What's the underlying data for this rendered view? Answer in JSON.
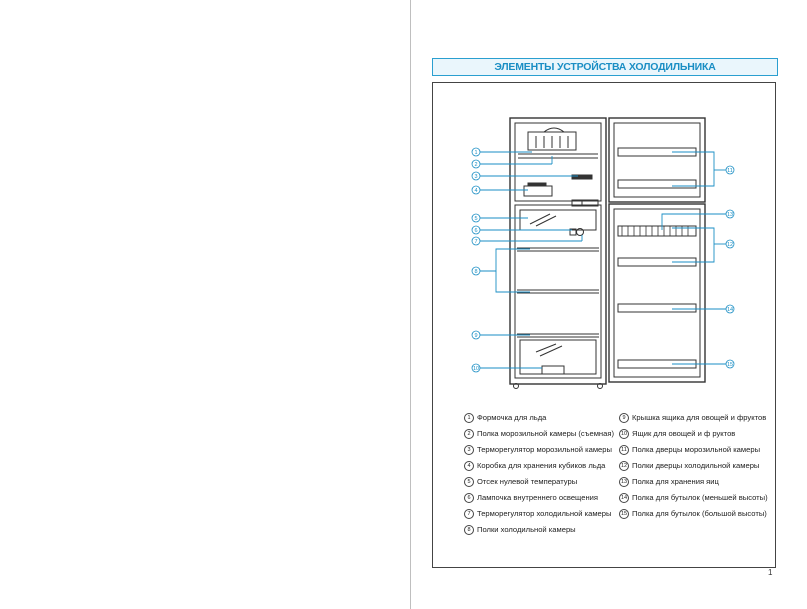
{
  "title": "ЭЛЕМЕНТЫ УСТРОЙСТВА ХОЛОДИЛЬНИКА",
  "page_number": "1",
  "legend_left": [
    {
      "num": "1",
      "label": "Формочка для льда"
    },
    {
      "num": "2",
      "label": "Полка морозильной камеры (съемная)"
    },
    {
      "num": "3",
      "label": "Терморегулятор морозильной камеры"
    },
    {
      "num": "4",
      "label": "Коробка для хранения кубиков льда"
    },
    {
      "num": "5",
      "label": "Отсек нулевой температуры"
    },
    {
      "num": "6",
      "label": "Лампочка внутреннего освещения"
    },
    {
      "num": "7",
      "label": "Терморегулятор холодильной камеры"
    },
    {
      "num": "8",
      "label": "Полки холодильной камеры"
    }
  ],
  "legend_right": [
    {
      "num": "9",
      "label": "Крышка ящика для овощей и фруктов"
    },
    {
      "num": "10",
      "label": "Ящик для овощей и ф руктов"
    },
    {
      "num": "11",
      "label": "Полка дверцы морозильной камеры"
    },
    {
      "num": "12",
      "label": "Полки дверцы холодильной камеры"
    },
    {
      "num": "13",
      "label": "Полка для хранения яиц"
    },
    {
      "num": "14",
      "label": "Полка для бутылок (меньшей высоты)"
    },
    {
      "num": "15",
      "label": "Полка для бутылок (большой высоты)"
    }
  ],
  "callouts_left": [
    "1",
    "2",
    "3",
    "4",
    "5",
    "6",
    "7",
    "8",
    "9",
    "10"
  ],
  "callouts_right": [
    "11",
    "13",
    "12",
    "14",
    "15"
  ],
  "accent_color": "#1a8ec4"
}
